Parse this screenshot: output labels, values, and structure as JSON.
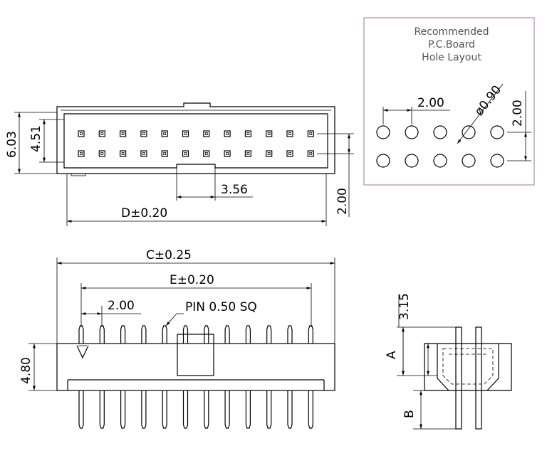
{
  "pcb_box": {
    "title_line1": "Recommended",
    "title_line2": "P.C.Board",
    "title_line3": "Hole Layout",
    "dim_pitch_h": "2.00",
    "dim_hole_dia": "ø0.90",
    "dim_pitch_v": "2.00",
    "border_color": "#b08ab0"
  },
  "top_view": {
    "dim_height_outer": "6.03",
    "dim_height_inner": "4.51",
    "dim_key_width": "3.56",
    "dim_length": "D±0.20",
    "dim_row_pitch": "2.00",
    "pins_per_row": 12
  },
  "front_view": {
    "dim_overall": "C±0.25",
    "dim_pin_span": "E±0.20",
    "dim_pitch": "2.00",
    "pin_label": "PIN  0.50  SQ",
    "dim_body_height": "4.80",
    "pin_count": 12
  },
  "side_view": {
    "dim_top": "3.15",
    "dim_a": "A",
    "dim_b": "B"
  }
}
